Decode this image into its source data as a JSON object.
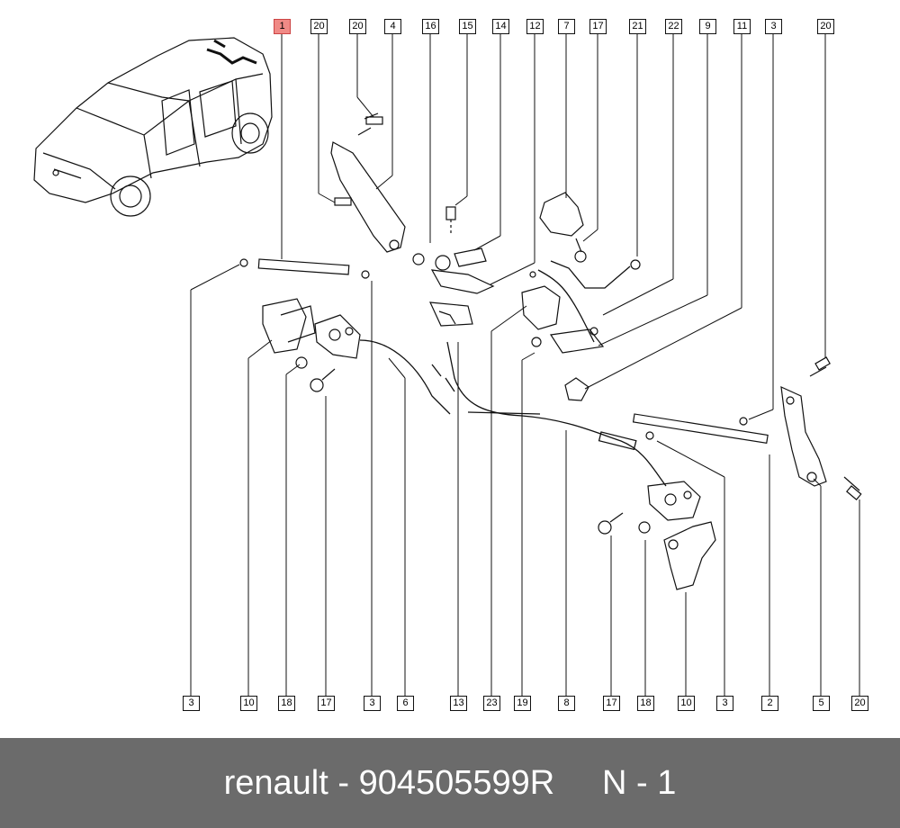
{
  "callouts_top": [
    "1",
    "20",
    "20",
    "4",
    "16",
    "15",
    "14",
    "12",
    "7",
    "17",
    "21",
    "22",
    "9",
    "11",
    "3",
    "20"
  ],
  "callouts_bottom": [
    "3",
    "10",
    "18",
    "17",
    "3",
    "6",
    "13",
    "23",
    "19",
    "8",
    "17",
    "18",
    "10",
    "3",
    "2",
    "5",
    "20"
  ],
  "highlight_color": "#f08a86",
  "footer": {
    "brand": "renault",
    "separator": " - ",
    "part_number": "904505599R",
    "gap": "     ",
    "sheet": "N - 1"
  },
  "colors": {
    "footer_bg": "#6b6b6b",
    "line": "#111111"
  }
}
